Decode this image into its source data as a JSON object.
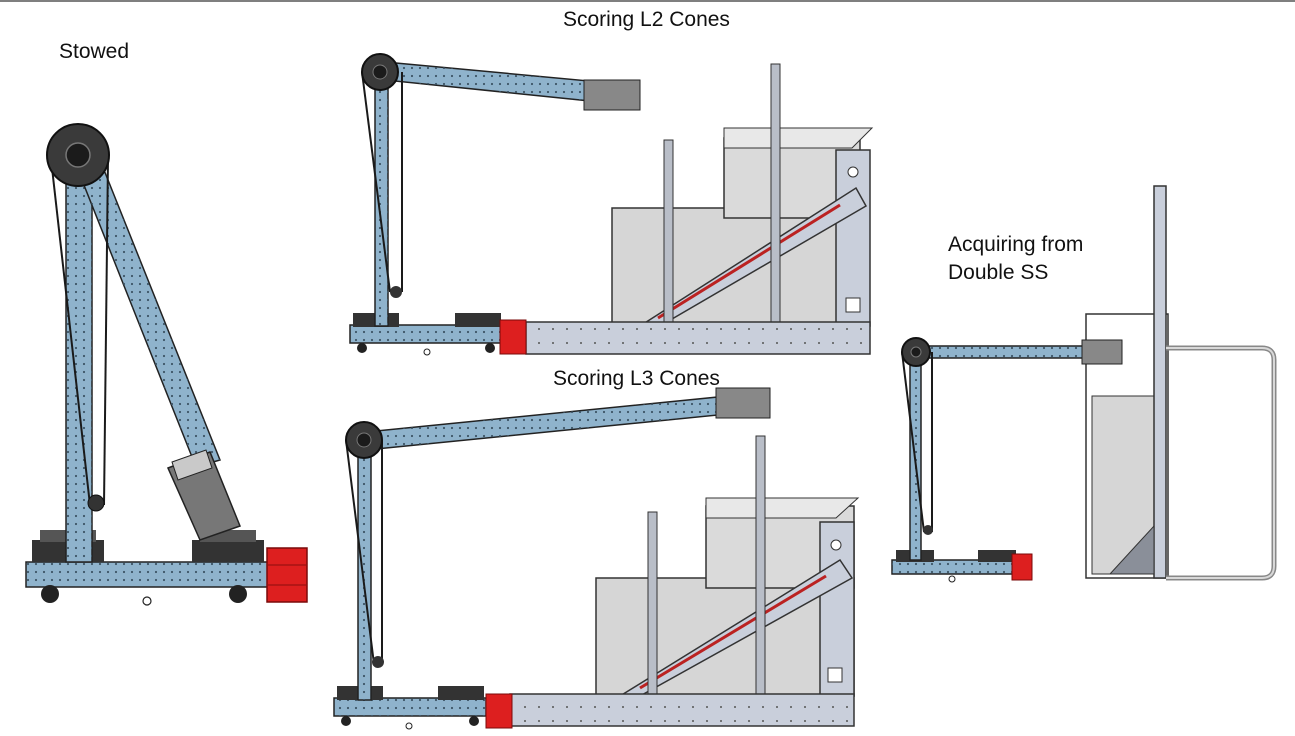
{
  "labels": {
    "stowed": "Stowed",
    "l2": "Scoring L2 Cones",
    "l3": "Scoring L3 Cones",
    "acquire_line1": "Acquiring from",
    "acquire_line2": "Double SS"
  },
  "colors": {
    "arm": "#8fb3cc",
    "frame": "#c9cfdb",
    "steel": "#9aa0aa",
    "grid": "#d4d4d4",
    "red": "#dd1f1f",
    "dark": "#2a2a2a"
  }
}
